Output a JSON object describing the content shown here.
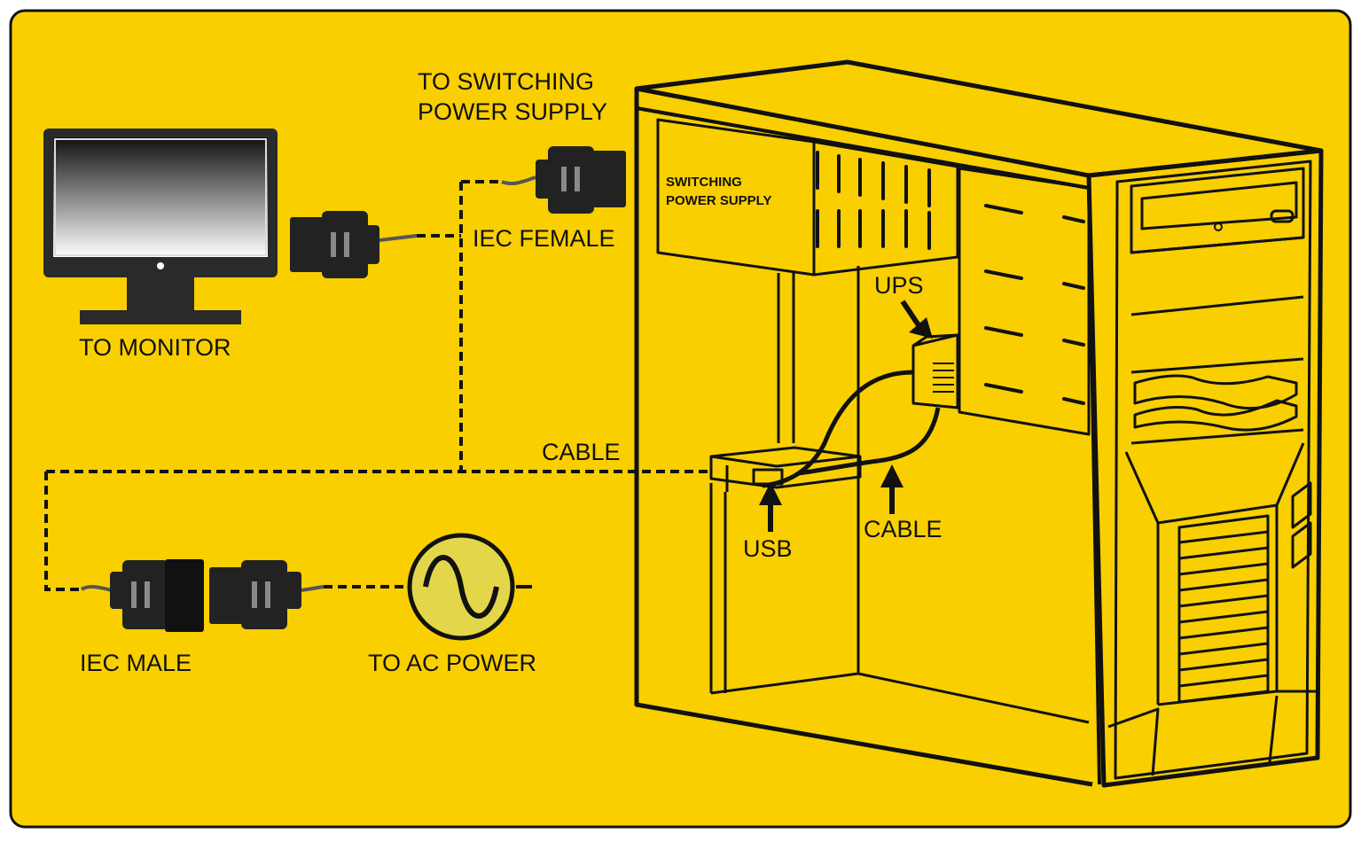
{
  "colors": {
    "background": "#F9CF00",
    "line": "#111111",
    "screen_top": "#111111",
    "screen_bottom": "#ffffff",
    "ac_fill": "#E3D64A",
    "connector": "#222222",
    "connector_stripe": "#8a8a8a"
  },
  "labels": {
    "to_switching_line1": "TO SWITCHING",
    "to_switching_line2": "POWER SUPPLY",
    "iec_female": "IEC FEMALE",
    "to_monitor": "TO MONITOR",
    "cable_left": "CABLE",
    "iec_male": "IEC MALE",
    "to_ac_power": "TO AC POWER",
    "psu_line1": "SWITCHING",
    "psu_line2": "POWER SUPPLY",
    "ups": "UPS",
    "usb": "USB",
    "cable_right": "CABLE"
  },
  "icons": [
    "monitor-icon",
    "iec-connector-icon",
    "ac-source-icon",
    "computer-tower-icon",
    "arrow-up-icon"
  ]
}
